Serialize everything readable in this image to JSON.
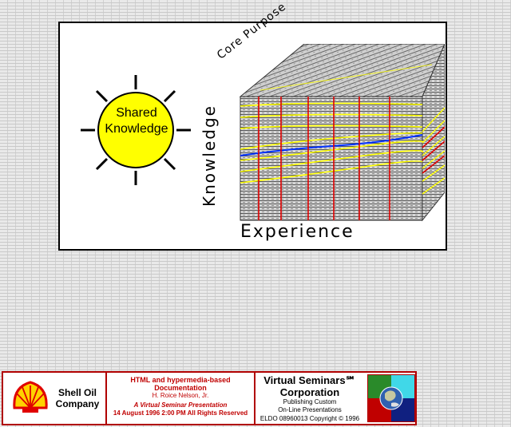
{
  "diagram": {
    "sun_label_line1": "Shared",
    "sun_label_line2": "Knowledge",
    "label_core_purpose": "Core Purpose",
    "label_knowledge": "Knowledge",
    "label_experience": "Experience"
  },
  "footer": {
    "company_line1": "Shell Oil",
    "company_line2": "Company",
    "doc_title_line1": "HTML and hypermedia-based",
    "doc_title_line2": "Documentation",
    "author": "H. Roice Nelson, Jr.",
    "presentation": "A Virtual Seminar Presentation",
    "date_rights": "14 August 1996  2:00 PM   All Rights Reserved",
    "vs_line1": "Virtual Seminars℠",
    "vs_line2": "Corporation",
    "vs_tag1": "Publishing Custom",
    "vs_tag2": "On-Line Presentations",
    "vs_copyright": "ELDO 08960013 Copyright © 1996"
  },
  "colors": {
    "sun_fill": "#ffff00",
    "footer_border": "#b00000",
    "footer_text": "#c00000",
    "seismic_yellow": "#ffff00",
    "seismic_red": "#e00000",
    "seismic_blue": "#0030ff"
  }
}
